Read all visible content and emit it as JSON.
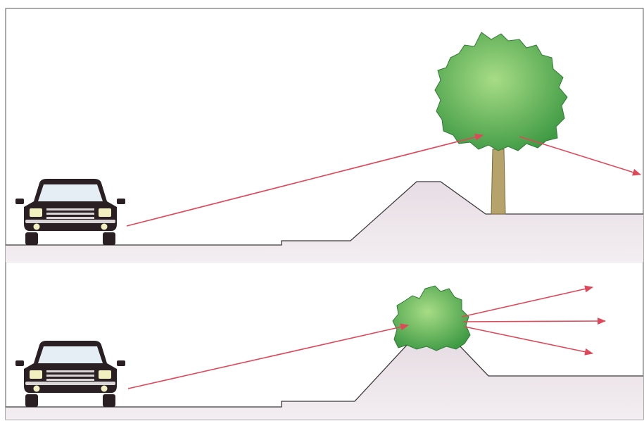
{
  "colors": {
    "ground": "#ece3e9",
    "ground_edge": "#3a3a3a",
    "ray": "#e0485a",
    "foliage_light": "#9fd47e",
    "foliage_dark": "#3f9a44",
    "trunk": "#b5a36b",
    "car_body": "#2a2024",
    "car_glass": "#e4eef4",
    "headlight": "#f2efc0",
    "frame": "#555555"
  },
  "panels": [
    {
      "id": "top",
      "obstacle": "tree",
      "rays_after_obstacle": 1
    },
    {
      "id": "bottom",
      "obstacle": "bush",
      "rays_after_obstacle": 3
    }
  ],
  "icons": {
    "car": "car-front-icon",
    "tree": "tree-icon",
    "bush": "bush-icon"
  }
}
